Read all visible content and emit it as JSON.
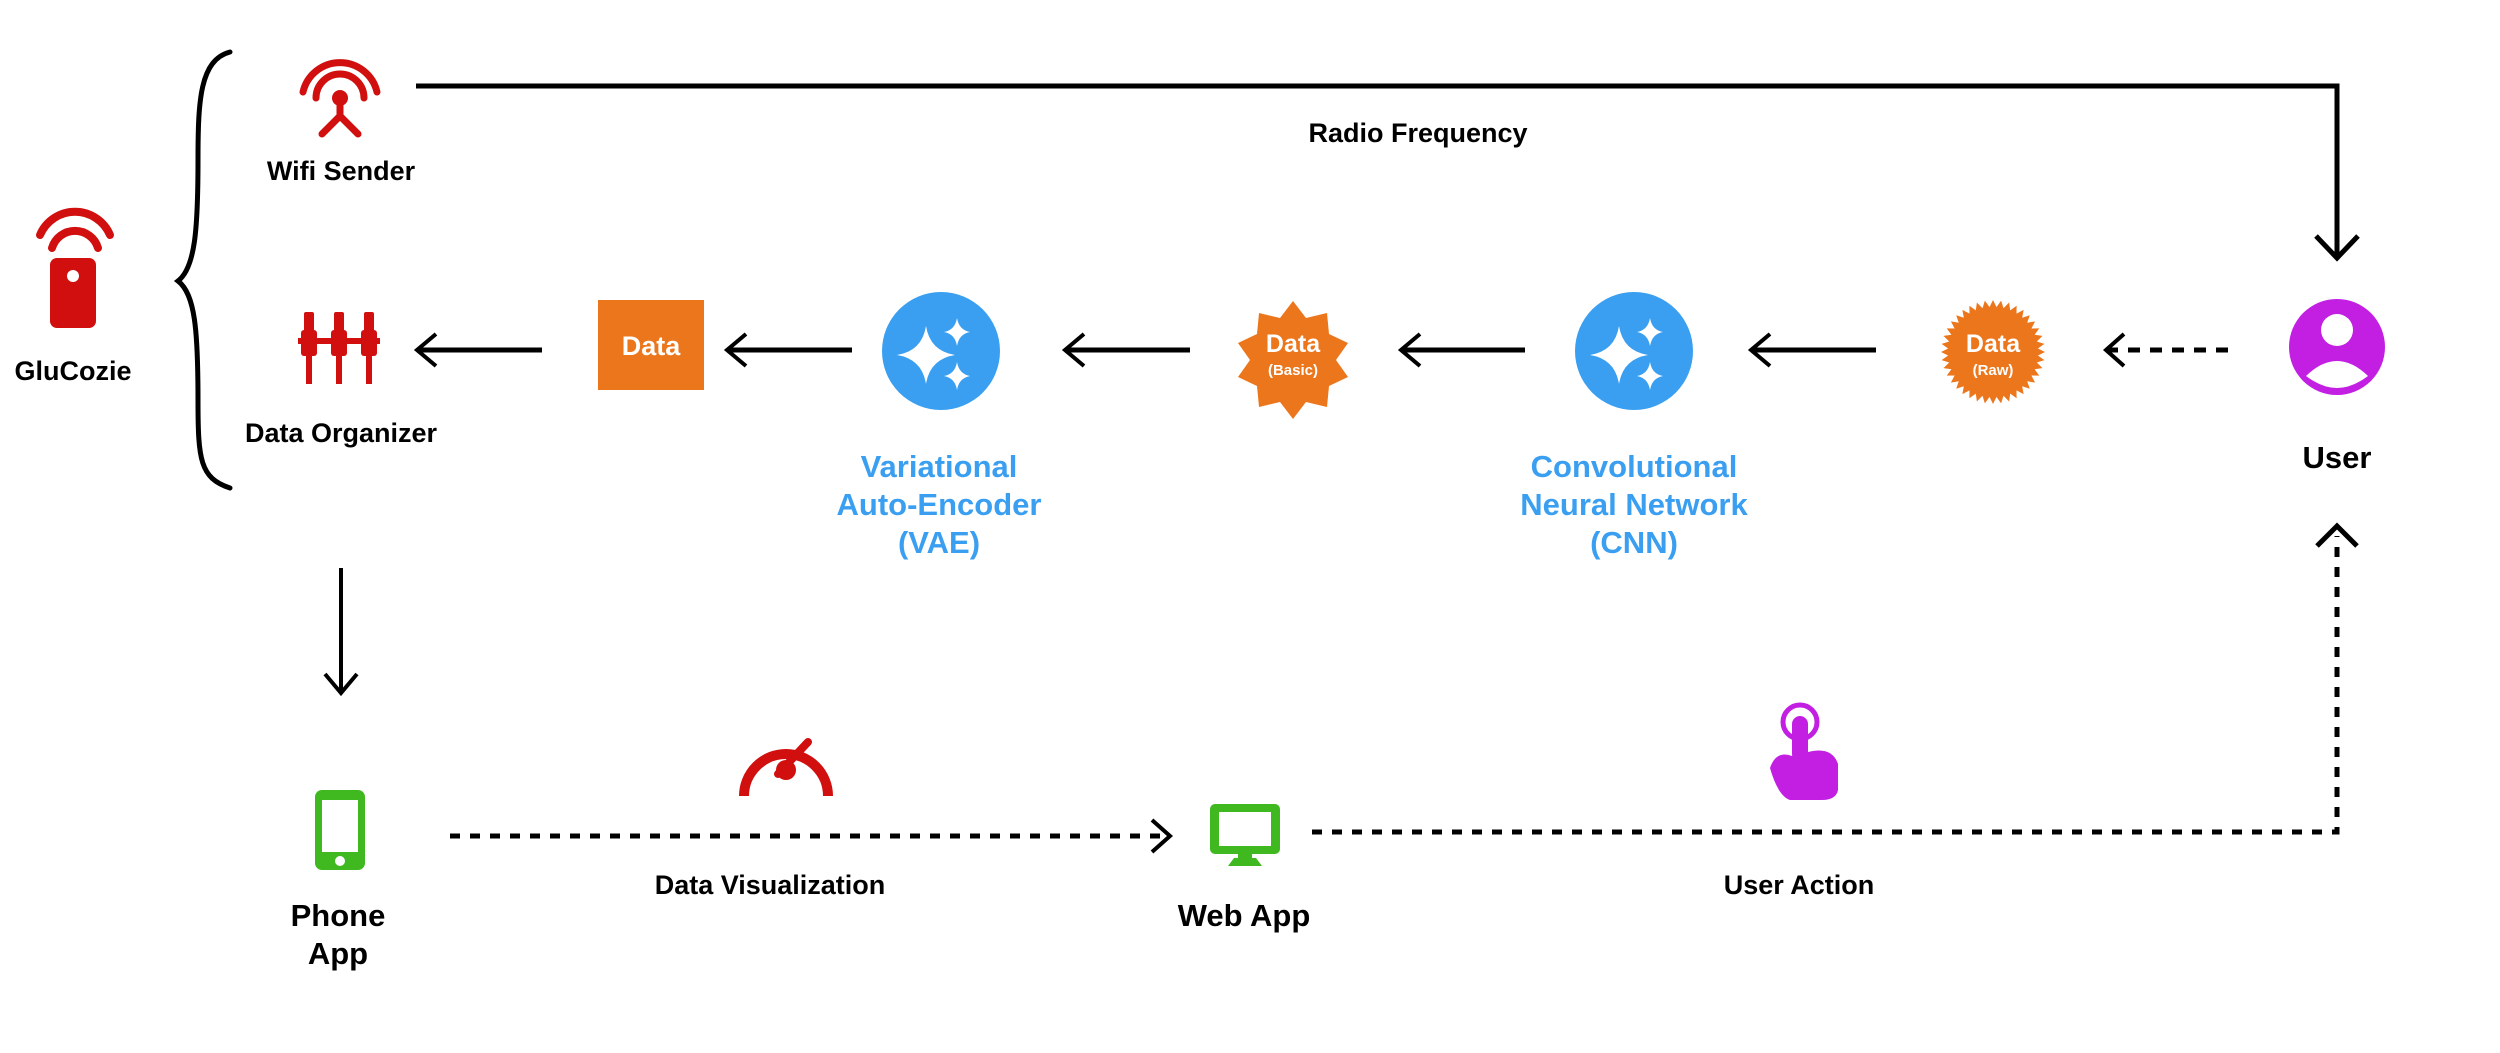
{
  "colors": {
    "red": "#d10f0f",
    "orange": "#ec761b",
    "blue": "#3a9ff0",
    "purple": "#c21fe3",
    "green": "#3fb91f",
    "line": "#000000"
  },
  "nodes": {
    "glucozie": {
      "label": "GluCozie",
      "icon": "remote-signal-icon"
    },
    "wifi_sender": {
      "label": "Wifi Sender",
      "icon": "wifi-antenna-icon"
    },
    "data_organizer": {
      "label": "Data Organizer",
      "icon": "connector-plugs-icon"
    },
    "data": {
      "label": "Data"
    },
    "vae": {
      "line1": "Variational",
      "line2": "Auto-Encoder",
      "line3": "(VAE)",
      "icon": "sparkles-icon"
    },
    "data_basic": {
      "label": "Data",
      "sublabel": "(Basic)"
    },
    "cnn": {
      "line1": "Convolutional",
      "line2": "Neural Network",
      "line3": "(CNN)",
      "icon": "sparkles-icon"
    },
    "data_raw": {
      "label": "Data",
      "sublabel": "(Raw)"
    },
    "user": {
      "label": "User",
      "icon": "user-avatar-icon"
    },
    "phone_app": {
      "line1": "Phone",
      "line2": "App",
      "icon": "smartphone-icon"
    },
    "web_app": {
      "label": "Web App",
      "icon": "monitor-icon"
    }
  },
  "edges": {
    "radio_frequency": "Radio Frequency",
    "data_visualization": "Data Visualization",
    "user_action": "User Action"
  },
  "edge_icons": {
    "data_visualization": "speedometer-icon",
    "user_action": "pointing-hand-icon"
  }
}
